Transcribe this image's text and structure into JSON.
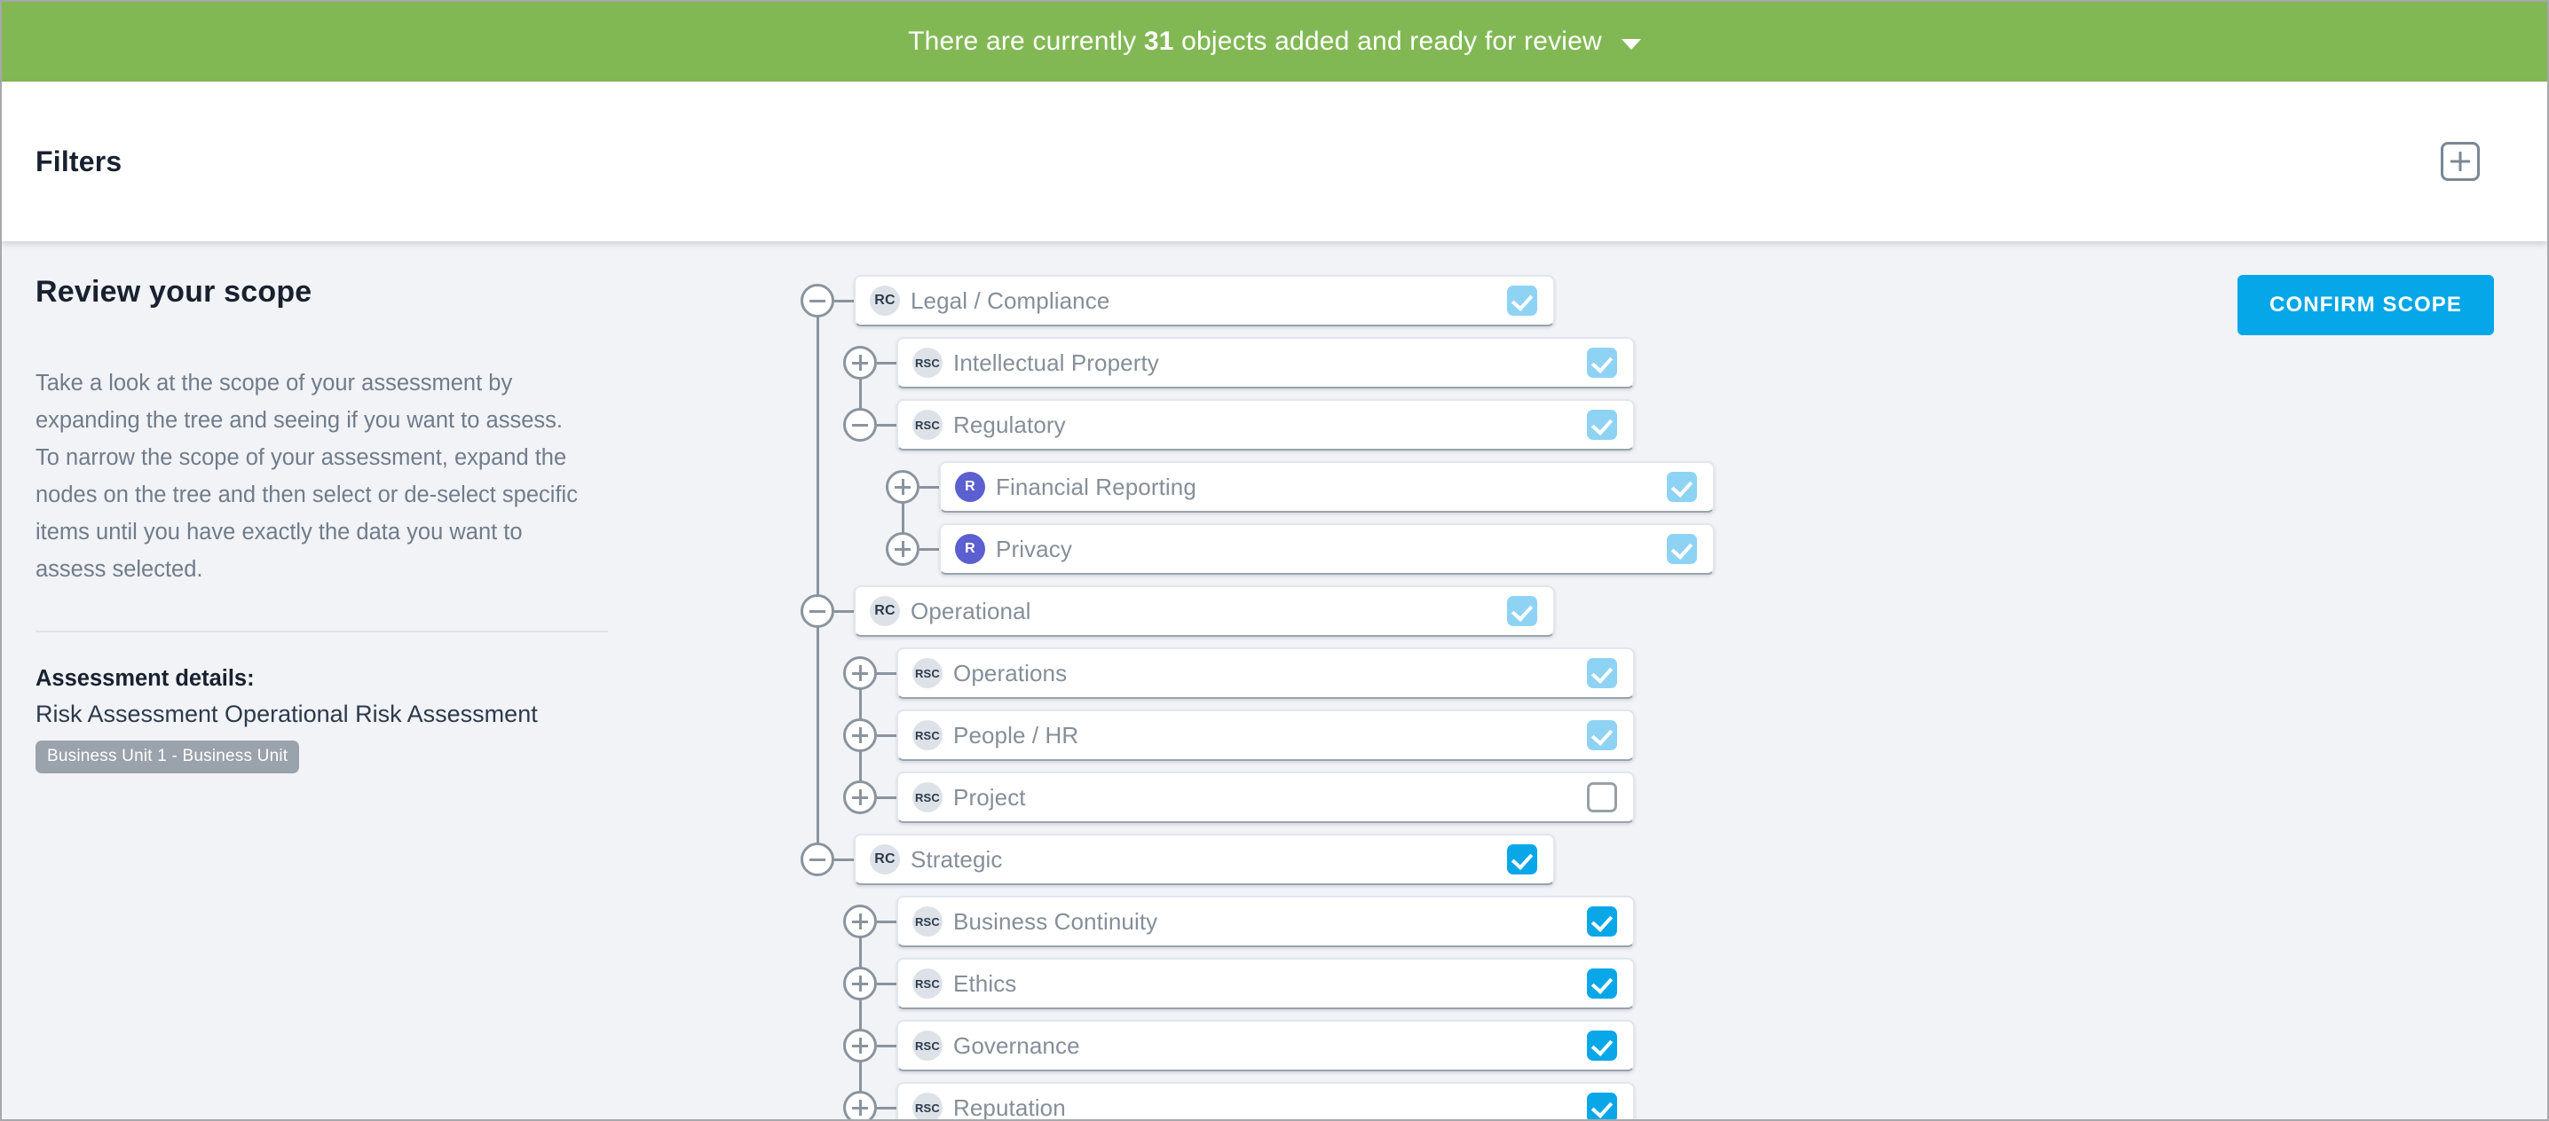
{
  "banner": {
    "text_before": "There are currently ",
    "count": "31",
    "text_after": " objects added and ready for review",
    "caret_icon": "chevron-down-icon",
    "background_color": "#82b854"
  },
  "filters": {
    "title": "Filters",
    "add_icon": "plus-square-icon"
  },
  "info": {
    "heading": "Review your scope",
    "paragraph": "Take a look at the scope of your assessment by expanding the tree and seeing if you want to assess. To narrow the scope of your assessment, expand the nodes on the tree and then select or de-select specific items until you have exactly the data you want to assess selected.",
    "details_label": "Assessment details:",
    "details_value": "Risk Assessment Operational Risk Assessment",
    "details_badge": "Business Unit 1 - Business Unit"
  },
  "actions": {
    "confirm_label": "CONFIRM SCOPE",
    "confirm_color": "#06a7e8"
  },
  "tree": {
    "nodes": [
      {
        "label": "Legal / Compliance",
        "badge": "RC",
        "badge_type": "rc",
        "level": 0,
        "toggle": "minus",
        "check": "light"
      },
      {
        "label": "Intellectual Property",
        "badge": "RSC",
        "badge_type": "rsc",
        "level": 1,
        "toggle": "plus",
        "check": "light"
      },
      {
        "label": "Regulatory",
        "badge": "RSC",
        "badge_type": "rsc",
        "level": 1,
        "toggle": "minus",
        "check": "light"
      },
      {
        "label": "Financial Reporting",
        "badge": "R",
        "badge_type": "r",
        "level": 2,
        "toggle": "plus",
        "check": "light"
      },
      {
        "label": "Privacy",
        "badge": "R",
        "badge_type": "r",
        "level": 2,
        "toggle": "plus",
        "check": "light"
      },
      {
        "label": "Operational",
        "badge": "RC",
        "badge_type": "rc",
        "level": 0,
        "toggle": "minus",
        "check": "light"
      },
      {
        "label": "Operations",
        "badge": "RSC",
        "badge_type": "rsc",
        "level": 1,
        "toggle": "plus",
        "check": "light"
      },
      {
        "label": "People / HR",
        "badge": "RSC",
        "badge_type": "rsc",
        "level": 1,
        "toggle": "plus",
        "check": "light"
      },
      {
        "label": "Project",
        "badge": "RSC",
        "badge_type": "rsc",
        "level": 1,
        "toggle": "plus",
        "check": "empty"
      },
      {
        "label": "Strategic",
        "badge": "RC",
        "badge_type": "rc",
        "level": 0,
        "toggle": "minus",
        "check": "bright"
      },
      {
        "label": "Business Continuity",
        "badge": "RSC",
        "badge_type": "rsc",
        "level": 1,
        "toggle": "plus",
        "check": "bright"
      },
      {
        "label": "Ethics",
        "badge": "RSC",
        "badge_type": "rsc",
        "level": 1,
        "toggle": "plus",
        "check": "bright"
      },
      {
        "label": "Governance",
        "badge": "RSC",
        "badge_type": "rsc",
        "level": 1,
        "toggle": "plus",
        "check": "bright"
      },
      {
        "label": "Reputation",
        "badge": "RSC",
        "badge_type": "rsc",
        "level": 1,
        "toggle": "plus",
        "check": "bright"
      }
    ]
  }
}
